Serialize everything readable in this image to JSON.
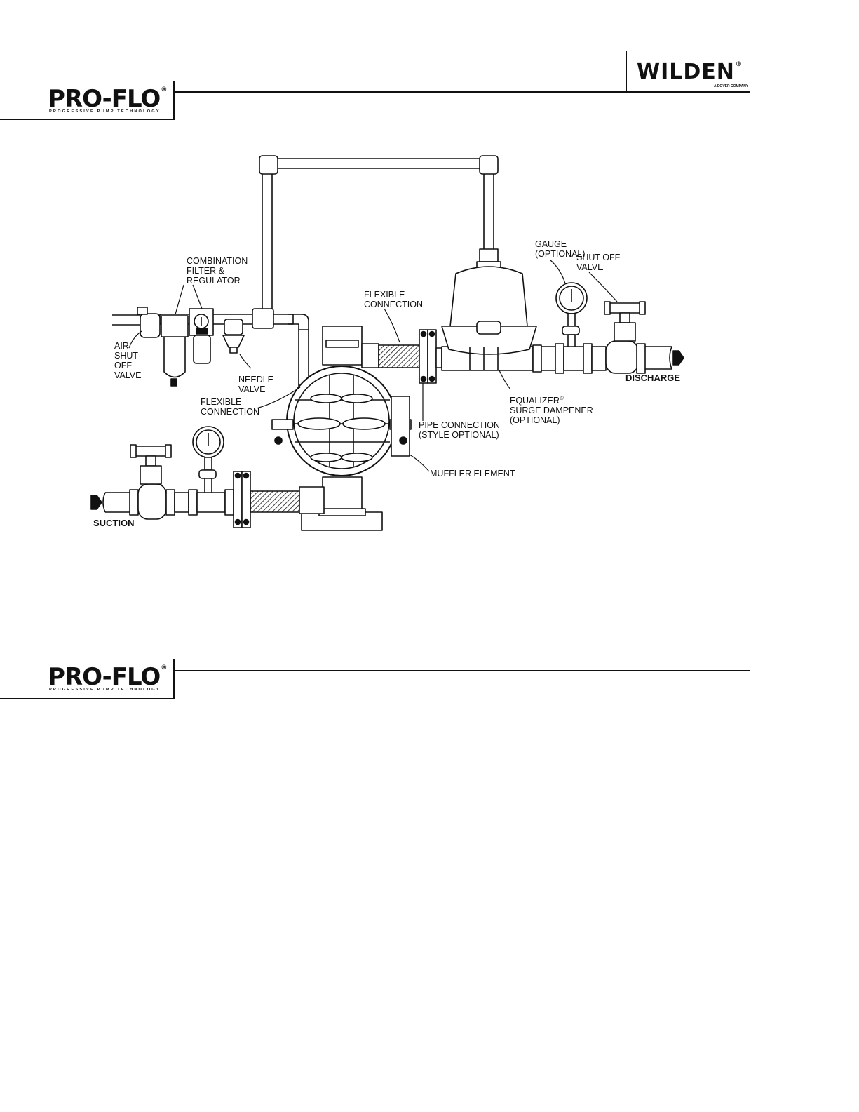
{
  "header": {
    "brand_logo_text": "PRO-FLO",
    "brand_logo_reg": "®",
    "brand_tagline": "PROGRESSIVE PUMP TECHNOLOGY",
    "company_logo_text": "WILDEN",
    "company_logo_reg": "®",
    "company_tagline": "A DOVER COMPANY"
  },
  "footer_logo": {
    "brand_logo_text": "PRO-FLO",
    "brand_logo_reg": "®",
    "brand_tagline": "PROGRESSIVE PUMP TECHNOLOGY"
  },
  "diagram": {
    "labels": {
      "combination_filter": "COMBINATION\nFILTER &\nREGULATOR",
      "air_shut_off": "AIR\nSHUT\nOFF\nVALVE",
      "needle_valve": "NEEDLE\nVALVE",
      "flexible_connection_left": "FLEXIBLE\nCONNECTION",
      "flexible_connection_top": "FLEXIBLE\nCONNECTION",
      "gauge": "GAUGE\n(OPTIONAL)",
      "shut_off_valve": "SHUT OFF\nVALVE",
      "discharge": "DISCHARGE",
      "equalizer_name": "EQUALIZER",
      "equalizer_reg": "®",
      "equalizer_rest": "SURGE DAMPENER\n(OPTIONAL)",
      "pipe_connection": "PIPE CONNECTION\n(STYLE OPTIONAL)",
      "muffler_element": "MUFFLER ELEMENT",
      "suction": "SUCTION"
    }
  }
}
